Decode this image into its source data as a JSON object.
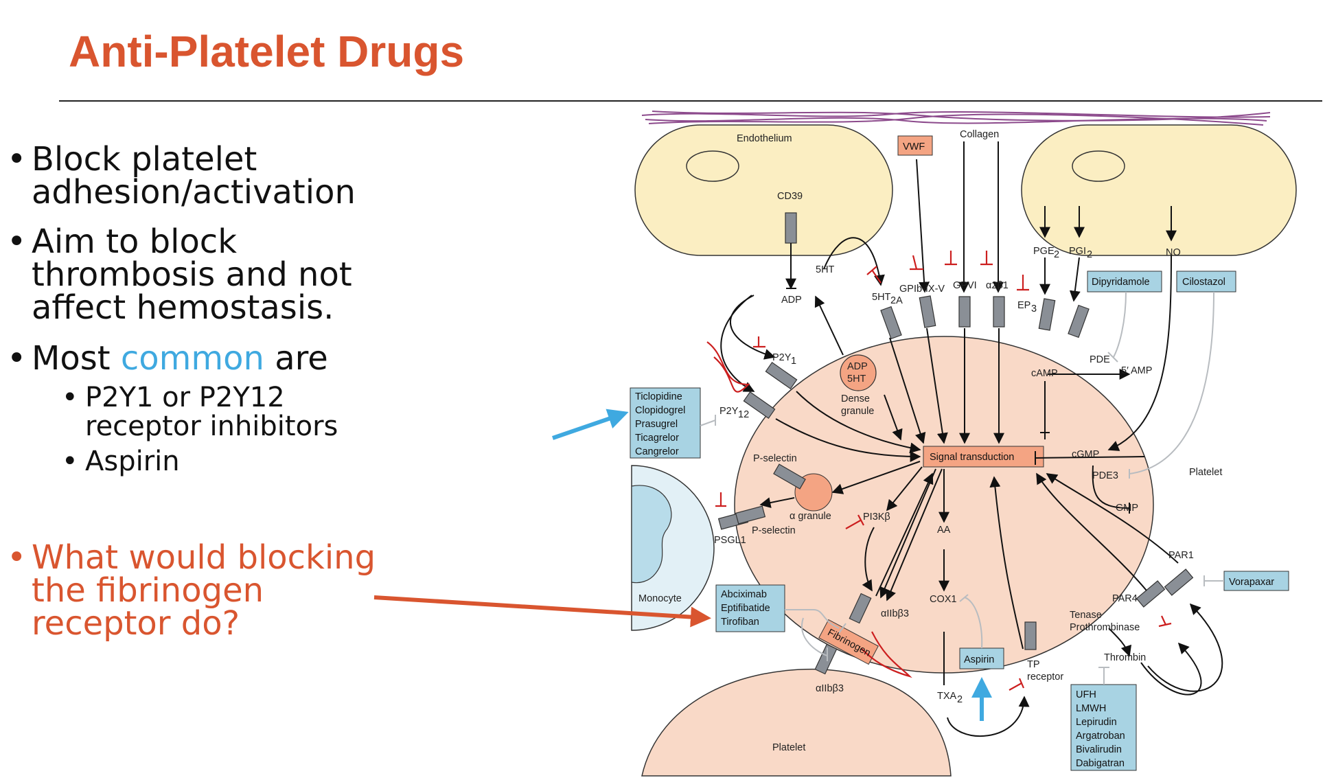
{
  "title": "Anti-Platelet Drugs",
  "bullets": [
    {
      "text": "Block platelet adhesion/activation"
    },
    {
      "text": "Aim to block thrombosis and not affect hemostasis."
    },
    {
      "pre": "Most ",
      "highlight": "common",
      "post": " are"
    },
    {
      "text": "P2Y1 or P2Y12 receptor inhibitors"
    },
    {
      "text": "Aspirin"
    },
    {
      "text": "What would blocking the fibrinogen receptor do?"
    }
  ],
  "colors": {
    "title": "#d9552f",
    "highlight": "#3fa9e0",
    "question": "#d9552f",
    "cell": "#f9d9c7",
    "endothelium": "#fbeec2",
    "drug_box": "#a8d3e3",
    "signal_box": "#f4a483",
    "inhibit": "#cc1f1f"
  },
  "diagram": {
    "endothelium": "Endothelium",
    "collagen": "Collagen",
    "vwf": "VWF",
    "cd39": "CD39",
    "sht": "5HT",
    "adp": "ADP",
    "sht2a": "5HT",
    "sht2a_sub": "2A",
    "gpib": "GPIb-IX-V",
    "gpvi": "GPVI",
    "a2b1": "α2β1",
    "ep3": "EP",
    "ep3_sub": "3",
    "pge2": "PGE",
    "pge2_sub": "2",
    "pgi2": "PGI",
    "pgi2_sub": "2",
    "no": "NO",
    "dipyridamole": "Dipyridamole",
    "cilostazol": "Cilostazol",
    "p2y1": "P2Y",
    "p2y1_sub": "1",
    "p2y12": "P2Y",
    "p2y12_sub": "12",
    "dense_adp": "ADP",
    "dense_5ht": "5HT",
    "dense": "Dense",
    "granule": "granule",
    "pde": "PDE",
    "camp": "cAMP",
    "amp5": "5′ AMP",
    "p2y12_drugs": [
      "Ticlopidine",
      "Clopidogrel",
      "Prasugrel",
      "Ticagrelor",
      "Cangrelor"
    ],
    "signal": "Signal transduction",
    "cgmp": "cGMP",
    "pde3": "PDE3",
    "gmp": "GMP",
    "platelet_main": "Platelet",
    "pselectin": "P-selectin",
    "alpha_granule": "α granule",
    "pselectin2": "P-selectin",
    "psgl1": "PSGL1",
    "pi3kb": "PI3Kβ",
    "aa": "AA",
    "par1": "PAR1",
    "vorapaxar": "Vorapaxar",
    "monocyte": "Monocyte",
    "gp_drugs": [
      "Abciximab",
      "Eptifibatide",
      "Tirofiban"
    ],
    "aiib3": "αIIbβ3",
    "cox1": "COX1",
    "par4": "PAR4",
    "tenase": "Tenase",
    "prothrombinase": "Prothrombinase",
    "fibrinogen": "Fibrinogen",
    "aspirin": "Aspirin",
    "tp": "TP",
    "receptor": "receptor",
    "thrombin": "Thrombin",
    "txa2": "TXA",
    "txa2_sub": "2",
    "aiib3_lower": "αIIbβ3",
    "anticoag": [
      "UFH",
      "LMWH",
      "Lepirudin",
      "Argatroban",
      "Bivalirudin",
      "Dabigatran"
    ],
    "platelet_lower": "Platelet"
  }
}
